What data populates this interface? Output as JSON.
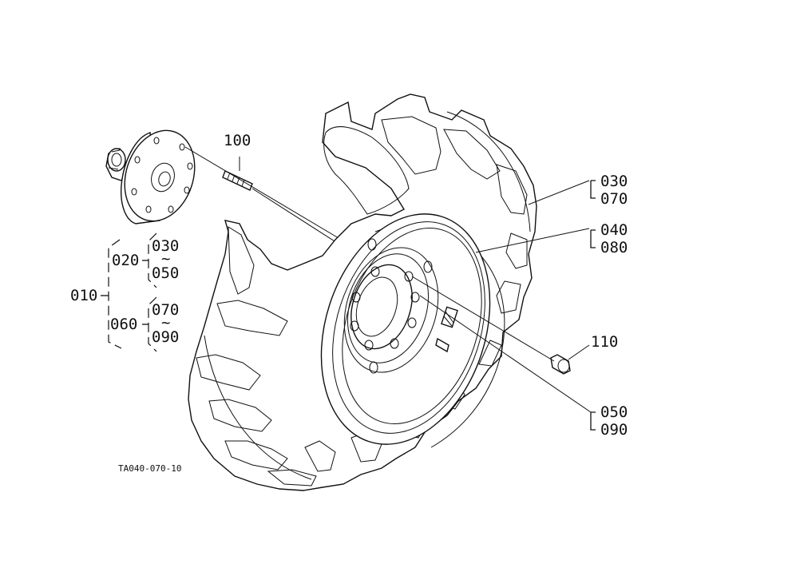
{
  "labels": {
    "l100": "100",
    "l030a": "030",
    "l070a": "070",
    "l040": "040",
    "l080": "080",
    "l110": "110",
    "l050a": "050",
    "l090a": "090",
    "l010": "010",
    "l020": "020",
    "l030b": "030",
    "l050b": "050",
    "l060": "060",
    "l070b": "070",
    "l090b": "090",
    "tilde1": "~",
    "tilde2": "~"
  },
  "figure_code": "TA040-070-10"
}
